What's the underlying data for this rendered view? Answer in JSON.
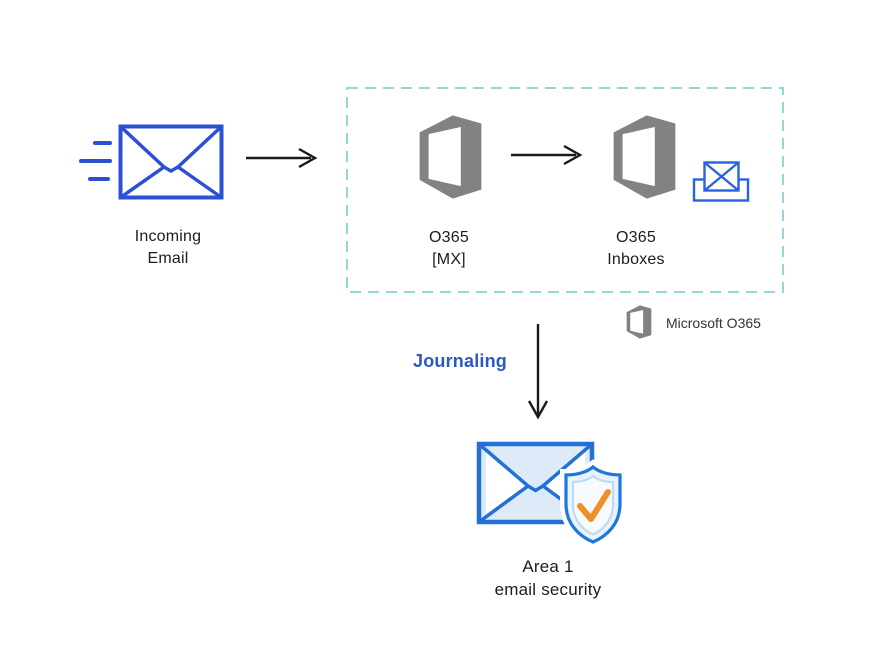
{
  "background": "#ffffff",
  "colors": {
    "envelope_blue": "#2B50D4",
    "office_gray": "#828282",
    "dashed_border_teal": "#8FD8DC",
    "inbox_icon_blue": "#2563E0",
    "area1_envelope_blue": "#2470D4",
    "area1_envelope_fill": "#DCEBF7",
    "shield_blue": "#1B78DC",
    "shield_inner_stroke": "#BBDDF4",
    "check_orange": "#F28E26",
    "journaling_blue": "#2B59C3",
    "arrow_black": "#1A1A1A",
    "text_black": "#1C1C1C"
  },
  "nodes": {
    "incoming_email": {
      "label_line1": "Incoming",
      "label_line2": "Email",
      "icon": "incoming-envelope-icon"
    },
    "o365_mx": {
      "label_line1": "O365",
      "label_line2": "[MX]",
      "icon": "office-logo-icon"
    },
    "o365_inboxes": {
      "label_line1": "O365",
      "label_line2": "Inboxes",
      "icon": "office-logo-icon",
      "badge_icon": "inbox-tray-icon"
    },
    "area1": {
      "label_line1": "Area 1",
      "label_line2": "email security",
      "icon": "envelope-shield-check-icon"
    }
  },
  "legend": {
    "label": "Microsoft O365",
    "icon": "office-logo-icon"
  },
  "edges": {
    "journaling_label": "Journaling",
    "arrow_1": "incoming-email-to-o365-mx",
    "arrow_2": "o365-mx-to-o365-inboxes",
    "arrow_3": "o365-to-area1-journaling"
  }
}
